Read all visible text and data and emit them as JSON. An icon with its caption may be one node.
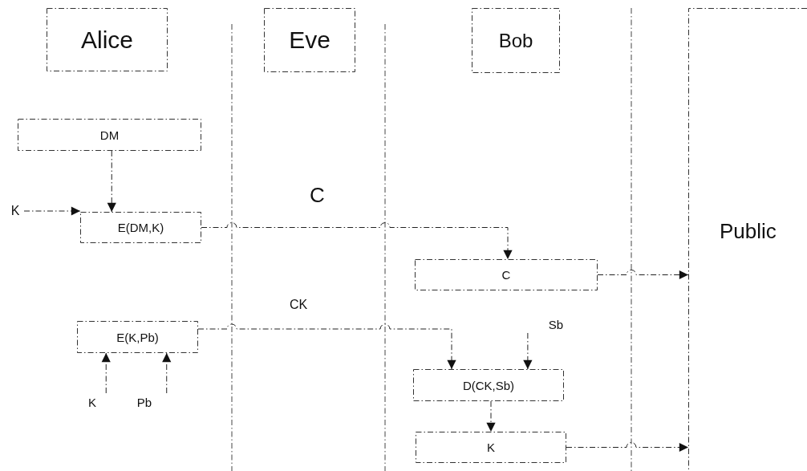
{
  "diagram": {
    "nodes": [
      {
        "text": [
          "Alice"
        ]
      },
      {
        "text": [
          "Eve"
        ]
      },
      {
        "text": [
          "Bob"
        ]
      },
      {
        "text": [
          "DM"
        ]
      },
      {
        "text": [
          "K"
        ]
      },
      {
        "text": [
          "E(DM,K)"
        ]
      },
      {
        "text": [
          "Public"
        ]
      },
      {
        "text": [
          "C"
        ]
      },
      {
        "text": [
          "E(K,Pb)"
        ]
      },
      {
        "text": [
          "Sb"
        ]
      },
      {
        "text": [
          "K"
        ]
      },
      {
        "text": [
          "Pb"
        ]
      },
      {
        "text": [
          "D(CK,Sb)"
        ]
      },
      {
        "text": [
          "K"
        ]
      }
    ],
    "edges": [
      {
        "from": 3,
        "to": 5,
        "arrow": "to"
      },
      {
        "from": 4,
        "to": 5,
        "arrow": "to"
      },
      {
        "from": 5,
        "to": 7,
        "arrow": "to",
        "label": "C"
      },
      {
        "from": 7,
        "to": 6,
        "arrow": "to"
      },
      {
        "from": 8,
        "to": 12,
        "arrow": "to",
        "label": "CK"
      },
      {
        "from": 10,
        "to": 8,
        "arrow": "to"
      },
      {
        "from": 11,
        "to": 8,
        "arrow": "to"
      },
      {
        "from": 9,
        "to": 12,
        "arrow": "to"
      },
      {
        "from": 12,
        "to": 13,
        "arrow": "to"
      },
      {
        "from": 13,
        "to": 6,
        "arrow": "to"
      }
    ]
  }
}
